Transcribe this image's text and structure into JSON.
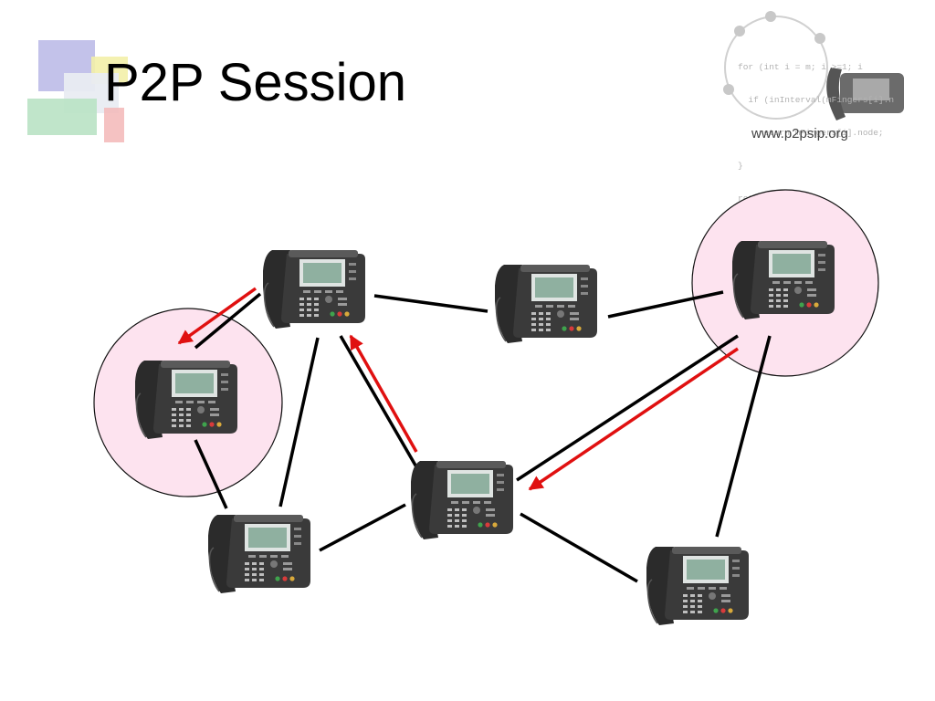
{
  "slide": {
    "title": "P2P Session"
  },
  "logo": {
    "code_lines": [
      "for (int i = m; i >=1; i",
      "  if (inInterval(mFingers[i].n",
      "    return mFingers[i].node;",
      "}",
      "return mNode;"
    ],
    "url": "www.p2psip.org"
  },
  "colors": {
    "link": "#000000",
    "arrow": "#e01010",
    "highlight_fill": "#fde3ef",
    "phone_body": "#3a3a3a",
    "phone_screen": "#8fb0a0"
  },
  "phones": [
    {
      "id": "phone-top-left"
    },
    {
      "id": "phone-top-middle"
    },
    {
      "id": "phone-top-right",
      "highlighted": true
    },
    {
      "id": "phone-left",
      "highlighted": true
    },
    {
      "id": "phone-center"
    },
    {
      "id": "phone-bottom-left"
    },
    {
      "id": "phone-bottom-right"
    }
  ],
  "links": [
    [
      "phone-top-left",
      "phone-top-middle"
    ],
    [
      "phone-top-middle",
      "phone-top-right"
    ],
    [
      "phone-top-left",
      "phone-left"
    ],
    [
      "phone-top-left",
      "phone-bottom-left"
    ],
    [
      "phone-top-left",
      "phone-center"
    ],
    [
      "phone-left",
      "phone-bottom-left"
    ],
    [
      "phone-bottom-left",
      "phone-center"
    ],
    [
      "phone-center",
      "phone-top-right"
    ],
    [
      "phone-center",
      "phone-bottom-right"
    ],
    [
      "phone-top-right",
      "phone-bottom-right"
    ]
  ],
  "arrows": [
    {
      "from": "phone-top-right",
      "to": "phone-center"
    },
    {
      "from": "phone-center",
      "to": "phone-top-left"
    },
    {
      "from": "phone-top-left",
      "to": "phone-left"
    }
  ]
}
